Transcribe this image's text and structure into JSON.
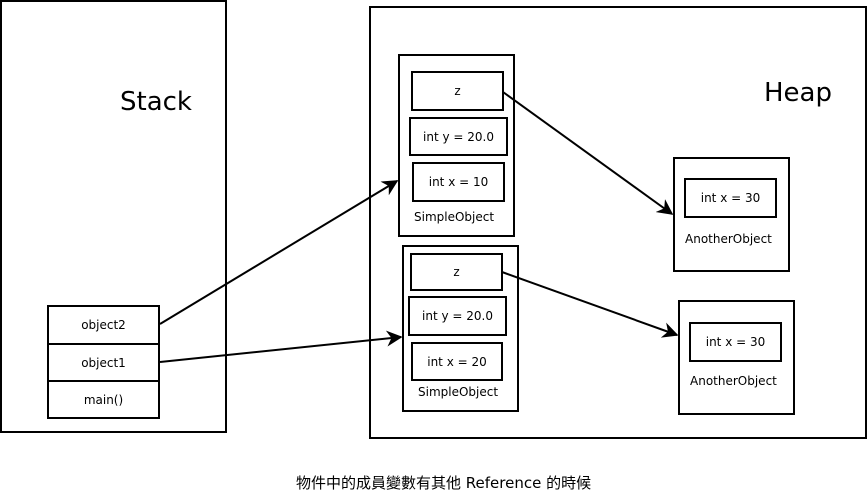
{
  "stack": {
    "title": "Stack",
    "frames": [
      {
        "label": "object2"
      },
      {
        "label": "object1"
      },
      {
        "label": "main()"
      }
    ]
  },
  "heap": {
    "title": "Heap",
    "simple_objects": [
      {
        "class_name": "SimpleObject",
        "fields": [
          "z",
          "int y = 20.0",
          "int x = 10"
        ]
      },
      {
        "class_name": "SimpleObject",
        "fields": [
          "z",
          "int y = 20.0",
          "int x = 20"
        ]
      }
    ],
    "another_objects": [
      {
        "class_name": "AnotherObject",
        "fields": [
          "int x = 30"
        ]
      },
      {
        "class_name": "AnotherObject",
        "fields": [
          "int x = 30"
        ]
      }
    ]
  },
  "arrows": [
    {
      "from": "object2",
      "to": "SimpleObject (int x = 10)"
    },
    {
      "from": "object1",
      "to": "SimpleObject (int x = 20)"
    },
    {
      "from": "z (SimpleObject 1)",
      "to": "AnotherObject 1"
    },
    {
      "from": "z (SimpleObject 2)",
      "to": "AnotherObject 2"
    }
  ],
  "caption": "物件中的成員變數有其他 Reference 的時候"
}
